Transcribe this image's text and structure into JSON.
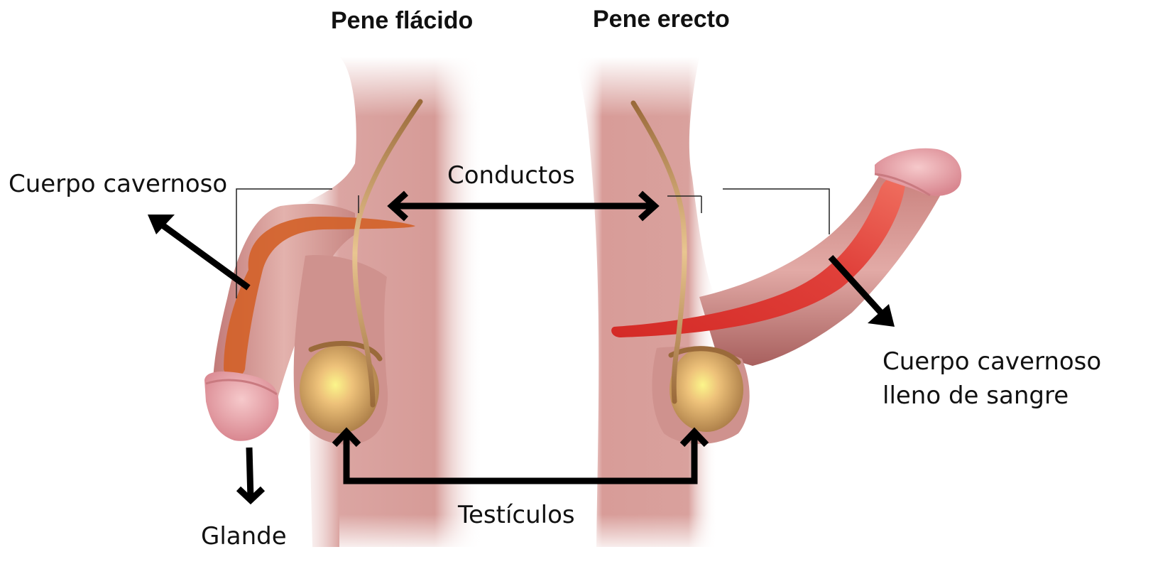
{
  "titles": {
    "flaccid": "Pene flácido",
    "erect": "Pene erecto"
  },
  "labels": {
    "corpus_cavernosum": "Cuerpo cavernoso",
    "ducts": "Conductos",
    "glans": "Glande",
    "testicles": "Testículos",
    "engorged_line1": "Cuerpo cavernoso",
    "engorged_line2": "lleno de sangre"
  },
  "colors": {
    "skin": "#d9a3a0",
    "skin_dark": "#c98884",
    "corpus_flaccid": "#d2622a",
    "corpus_erect": "#d1302a",
    "duct": "#9a6a3a",
    "testicle": "#e8b56a",
    "glans": "#e8a9ae",
    "arrow": "#000000"
  }
}
